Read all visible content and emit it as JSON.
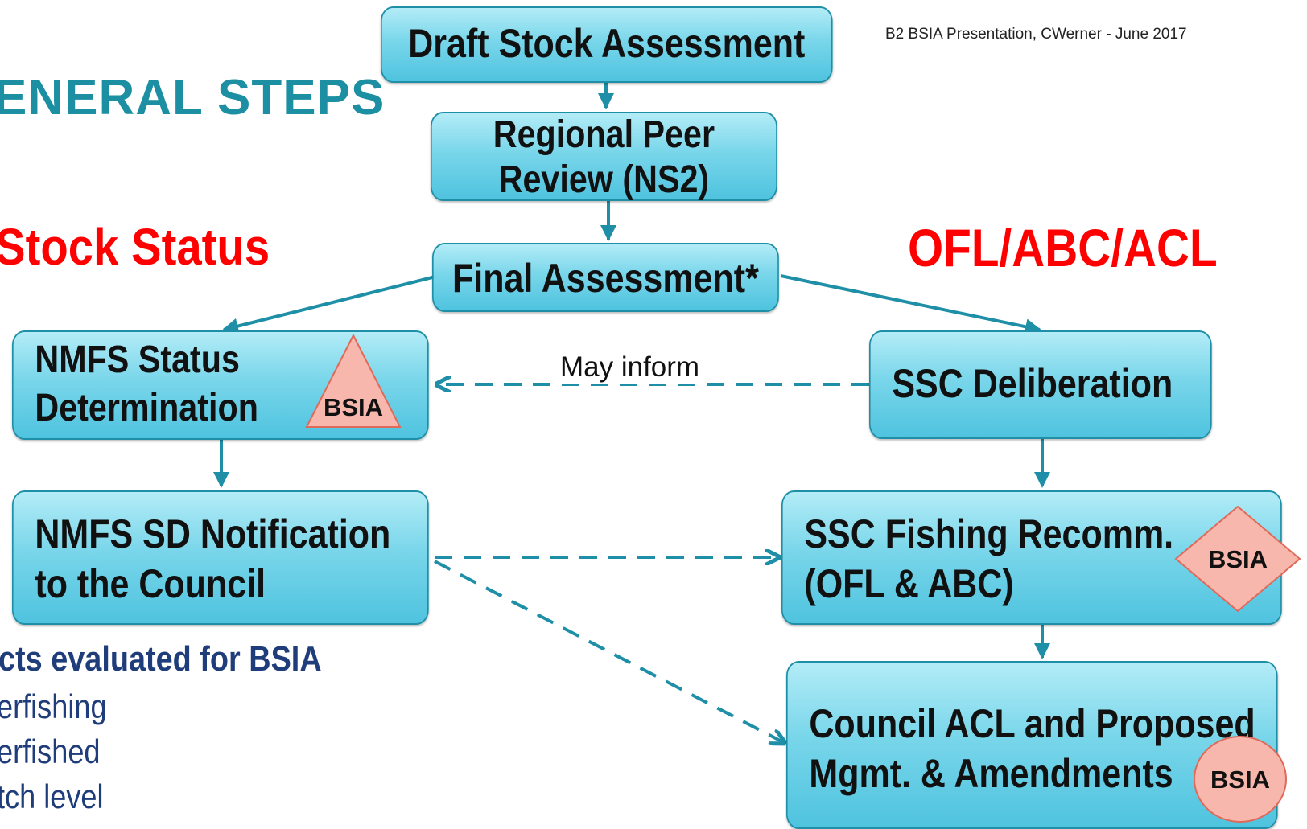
{
  "header": {
    "credit": "B2 BSIA Presentation, CWerner - June 2017",
    "slide_title": "ENERAL STEPS"
  },
  "labels": {
    "stock_status": "Stock Status",
    "ofl_abc_acl": "OFL/ABC/ACL",
    "may_inform": "May inform"
  },
  "boxes": {
    "draft": "Draft Stock Assessment",
    "peer_review": [
      "Regional Peer",
      "Review (NS2)"
    ],
    "final": "Final Assessment*",
    "nmfs_status": [
      "NMFS Status",
      "Determination"
    ],
    "ssc_deliberation": "SSC Deliberation",
    "nmfs_sd": [
      "NMFS SD Notification",
      "to the Council"
    ],
    "ssc_fishing": [
      "SSC Fishing Recomm.",
      "(OFL & ABC)"
    ],
    "council_acl": [
      "Council ACL and Proposed",
      "Mgmt. & Amendments"
    ]
  },
  "badges": {
    "bsia": "BSIA"
  },
  "products": {
    "heading": "cts evaluated for BSIA",
    "items": [
      "erfishing",
      "erfished",
      "tch level"
    ]
  },
  "colors": {
    "teal": "#1e8fa6",
    "title_teal": "#1c8fa3",
    "red": "#ff0000",
    "navy": "#1f3d7a",
    "box_fill": "#79d6ea",
    "badge_fill": "#f7b7ad"
  }
}
